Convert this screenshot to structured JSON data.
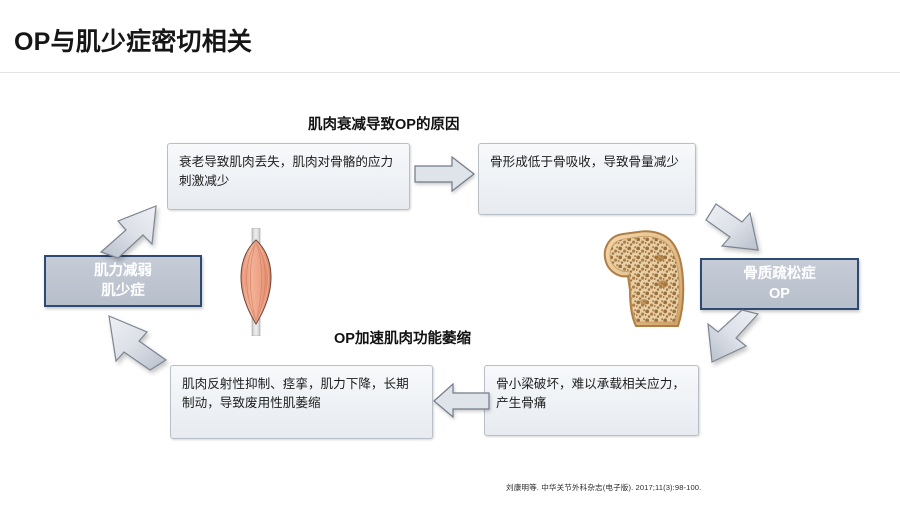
{
  "slide": {
    "title": "OP与肌少症密切相关",
    "citation": "刘康明等. 中华关节外科杂志(电子版). 2017;11(3):98-100."
  },
  "headings": {
    "top": "肌肉衰减导致OP的原因",
    "bottom": "OP加速肌肉功能萎缩"
  },
  "boxes": {
    "top_left": "衰老导致肌肉丢失，肌肉对骨骼的应力刺激减少",
    "top_right": "骨形成低于骨吸收，导致骨量减少",
    "bottom_left": "肌肉反射性抑制、痉挛，肌力下降，长期制动，导致废用性肌萎缩",
    "bottom_right": "骨小梁破坏，难以承载相关应力，产生骨痛"
  },
  "nodes": {
    "sarcopenia": {
      "line1": "肌力减弱",
      "line2": "肌少症"
    },
    "osteoporosis": {
      "line1": "骨质疏松症",
      "line2": "OP"
    }
  },
  "arrows": {
    "top_right_flow": "arrow-right",
    "bottom_left_flow": "arrow-left",
    "sarcopenia_to_top": "arrow-up-right",
    "bottom_to_sarcopenia": "arrow-up-left",
    "top_to_osteoporosis": "arrow-down-right",
    "osteoporosis_to_bottom": "arrow-down-left"
  },
  "illustrations": {
    "muscle": "muscle-belly-icon",
    "bone": "femur-trabecular-bone-icon"
  },
  "colors": {
    "accent_border": "#2e4a73",
    "node_fill": "#bfc7d2",
    "box_border": "#b9bfc6",
    "arrow_fill": "#d4d9e2",
    "arrow_stroke": "#6c7480",
    "muscle": "#e89b79",
    "bone": "#c8985e"
  }
}
